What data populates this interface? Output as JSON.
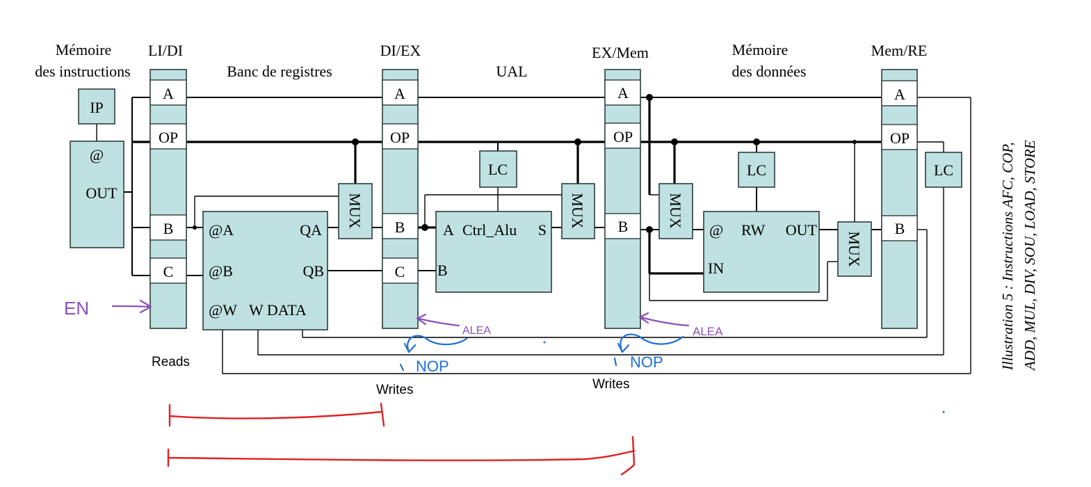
{
  "stage_labels": {
    "instr_mem_l1": "Mémoire",
    "instr_mem_l2": "des instructions",
    "li_di": "LI/DI",
    "banc": "Banc de registres",
    "di_ex": "DI/EX",
    "ual": "UAL",
    "ex_mem": "EX/Mem",
    "data_mem_l1": "Mémoire",
    "data_mem_l2": "des données",
    "mem_re": "Mem/RE"
  },
  "instr_memory": {
    "ip": "IP",
    "addr": "@",
    "out": "OUT"
  },
  "register_file": {
    "a": "@A",
    "b": "@B",
    "w": "@W",
    "wdata": "W DATA",
    "qa": "QA",
    "qb": "QB"
  },
  "alu": {
    "a": "A",
    "ctrl": "Ctrl_Alu",
    "s": "S",
    "b": "B"
  },
  "data_memory": {
    "addr": "@",
    "rw": "RW",
    "out": "OUT",
    "in": "IN"
  },
  "pipeline_fields": {
    "a": "A",
    "op": "OP",
    "b": "B",
    "c": "C"
  },
  "lc": "LC",
  "mux": "MUX",
  "caption_l1": "Illustration 5 : Instructions AFC, COP,",
  "caption_l2": "ADD, MUL, DIV, SOU, LOAD, STORE",
  "notes": {
    "reads": "Reads",
    "writes_1": "Writes",
    "writes_2": "Writes",
    "en": "EN",
    "alea_1": "ALEA",
    "alea_2": "ALEA",
    "nop_1": "NOP",
    "nop_2": "NOP"
  },
  "colors": {
    "block": "#bfe1e1",
    "annotation_purple": "#8a4fb8",
    "annotation_blue": "#1f6fd6",
    "annotation_red": "#e02020"
  }
}
